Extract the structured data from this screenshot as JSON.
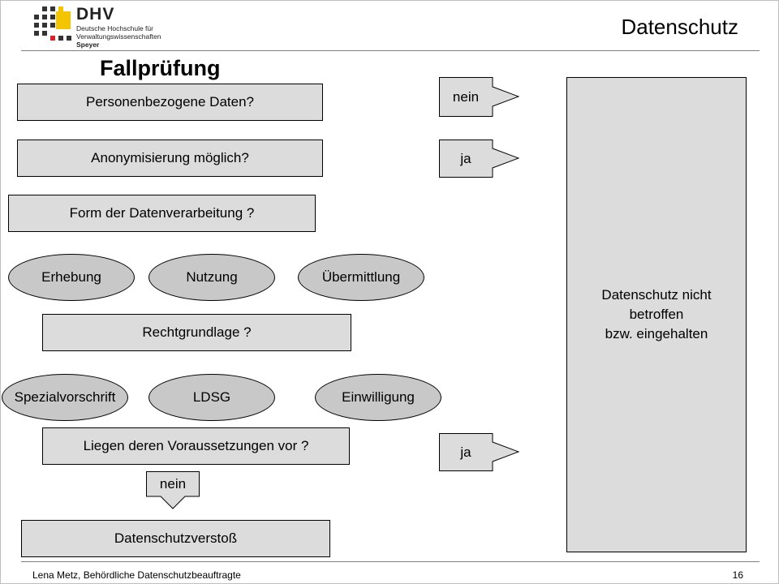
{
  "header": {
    "logo": {
      "name": "DHV",
      "line1": "Deutsche Hochschule für",
      "line2": "Verwaltungswissenschaften",
      "line3": "Speyer"
    },
    "title": "Datenschutz"
  },
  "slide": {
    "heading": "Fallprüfung",
    "questions": {
      "personal_data": "Personenbezogene Daten?",
      "anonymization": "Anonymisierung möglich?",
      "processing_form": "Form der Datenverarbeitung ?",
      "legal_basis": "Rechtgrundlage ?",
      "requirements": "Liegen deren Voraussetzungen vor ?"
    },
    "processing_types": [
      "Erhebung",
      "Nutzung",
      "Übermittlung"
    ],
    "legal_bases": [
      "Spezialvorschrift",
      "LDSG",
      "Einwilligung"
    ],
    "arrows": {
      "personal_data_answer": "nein",
      "anonymization_answer": "ja",
      "requirements_answer": "ja",
      "requirements_negative": "nein"
    },
    "violation": "Datenschutzverstoß",
    "result": {
      "line1": "Datenschutz nicht",
      "line2": "betroffen",
      "line3": "bzw. eingehalten"
    }
  },
  "footer": {
    "author": "Lena Metz, Behördliche Datenschutzbeauftragte",
    "page": "16"
  },
  "colors": {
    "box_fill": "#dcdcdc",
    "ellipse_fill": "#c8c8c8",
    "logo_yellow": "#f2c500",
    "logo_red": "#d6232a"
  }
}
